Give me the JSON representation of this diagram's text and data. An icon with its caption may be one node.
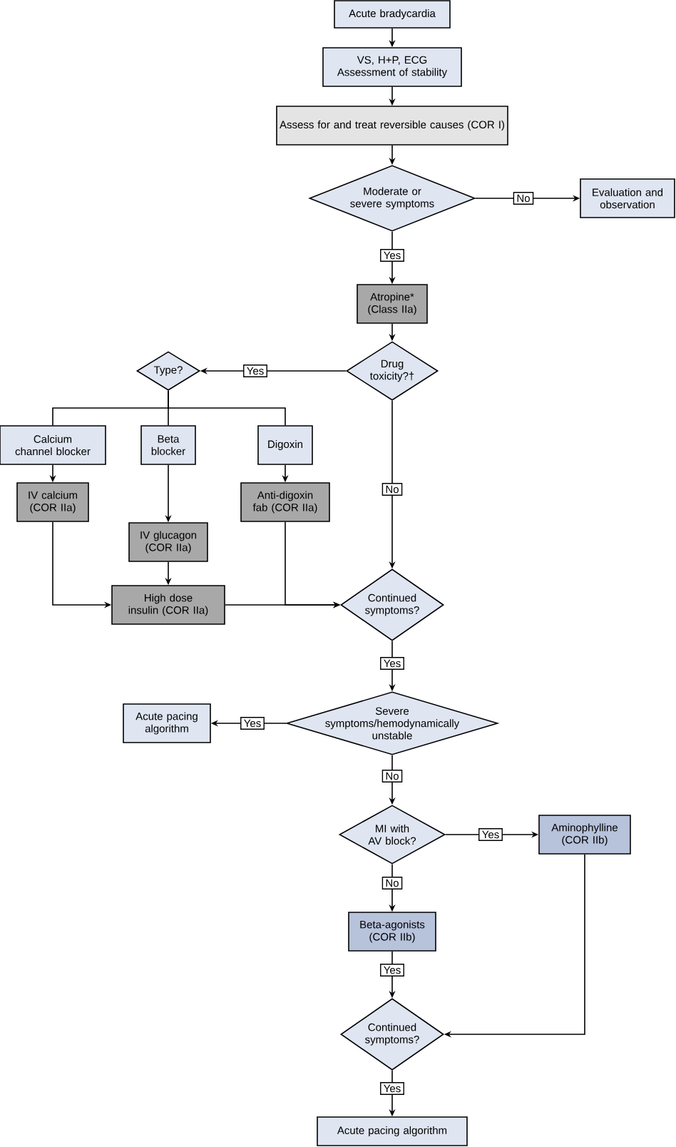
{
  "diagram": {
    "nodes": [
      {
        "text": [
          "Acute bradycardia"
        ]
      },
      {
        "text": [
          "VS, H+P, ECG",
          "Assessment of stability"
        ]
      },
      {
        "text": [
          "Assess for and treat reversible causes (COR I)"
        ]
      },
      {
        "text": [
          "Moderate or severe symptoms"
        ]
      },
      {
        "text": [
          "Evaluation and observation"
        ]
      },
      {
        "text": [
          "Atropine* (Class IIa)"
        ]
      },
      {
        "text": [
          "Drug toxicity?†"
        ]
      },
      {
        "text": [
          "Type?"
        ]
      },
      {
        "text": [
          "Calcium channel blocker"
        ]
      },
      {
        "text": [
          "Beta blocker"
        ]
      },
      {
        "text": [
          "Digoxin"
        ]
      },
      {
        "text": [
          "IV calcium (COR IIa)"
        ]
      },
      {
        "text": [
          "IV glucagon (COR IIa)"
        ]
      },
      {
        "text": [
          "Anti-digoxin fab (COR IIa)"
        ]
      },
      {
        "text": [
          "High dose insulin (COR IIa)"
        ]
      },
      {
        "text": [
          "Continued symptoms?"
        ]
      },
      {
        "text": [
          "Acute pacing algorithm"
        ]
      },
      {
        "text": [
          "Severe symptoms/hemodynamically unstable"
        ]
      },
      {
        "text": [
          "MI with AV block?"
        ]
      },
      {
        "text": [
          "Aminophylline (COR IIb)"
        ]
      },
      {
        "text": [
          "Beta-agonists (COR IIb)"
        ]
      },
      {
        "text": [
          "Continued symptoms?"
        ]
      },
      {
        "text": [
          "Acute pacing algorithm"
        ]
      }
    ],
    "edges": [
      {
        "from": 0,
        "to": 1,
        "arrow": "to"
      },
      {
        "from": 1,
        "to": 2,
        "arrow": "to"
      },
      {
        "from": 2,
        "to": 3,
        "arrow": "to"
      },
      {
        "from": 3,
        "to": 4,
        "arrow": "to",
        "label": "No"
      },
      {
        "from": 3,
        "to": 5,
        "arrow": "to",
        "label": "Yes"
      },
      {
        "from": 5,
        "to": 6,
        "arrow": "to"
      },
      {
        "from": 6,
        "to": 7,
        "arrow": "to",
        "label": "Yes"
      },
      {
        "from": 7,
        "to": 8,
        "arrow": "none"
      },
      {
        "from": 7,
        "to": 9,
        "arrow": "none"
      },
      {
        "from": 7,
        "to": 10,
        "arrow": "none"
      },
      {
        "from": 8,
        "to": 11,
        "arrow": "to"
      },
      {
        "from": 9,
        "to": 12,
        "arrow": "to"
      },
      {
        "from": 10,
        "to": 13,
        "arrow": "to"
      },
      {
        "from": 12,
        "to": 14,
        "arrow": "to"
      },
      {
        "from": 11,
        "to": 14,
        "arrow": "to"
      },
      {
        "from": 13,
        "to": 15,
        "arrow": "to"
      },
      {
        "from": 14,
        "to": 15,
        "arrow": "to"
      },
      {
        "from": 6,
        "to": 15,
        "arrow": "to",
        "label": "No"
      },
      {
        "from": 15,
        "to": 17,
        "arrow": "to",
        "label": "Yes"
      },
      {
        "from": 17,
        "to": 16,
        "arrow": "to",
        "label": "Yes"
      },
      {
        "from": 17,
        "to": 18,
        "arrow": "to",
        "label": "No"
      },
      {
        "from": 18,
        "to": 19,
        "arrow": "to",
        "label": "Yes"
      },
      {
        "from": 18,
        "to": 20,
        "arrow": "to",
        "label": "No"
      },
      {
        "from": 20,
        "to": 21,
        "arrow": "to",
        "label": "Yes"
      },
      {
        "from": 19,
        "to": 21,
        "arrow": "to"
      },
      {
        "from": 21,
        "to": 22,
        "arrow": "to",
        "label": "Yes"
      }
    ]
  }
}
